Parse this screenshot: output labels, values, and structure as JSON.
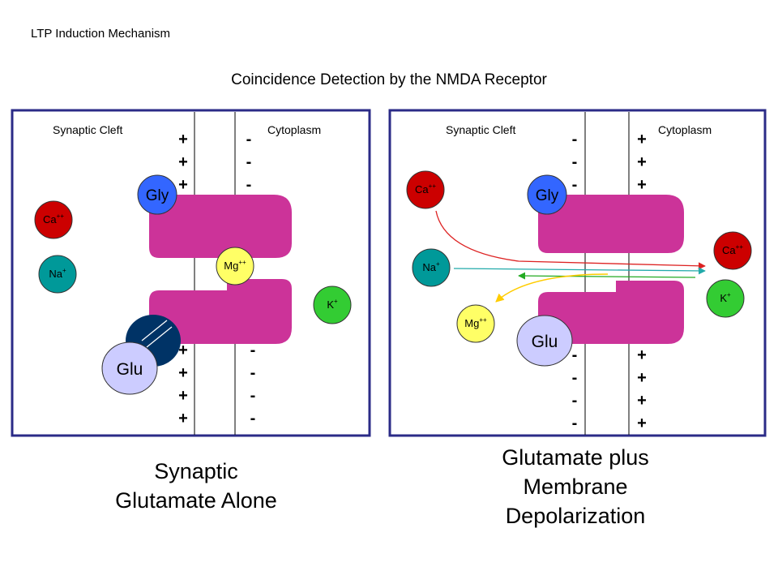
{
  "header": {
    "title": "LTP Induction Mechanism"
  },
  "main_title": "Coincidence Detection by the NMDA Receptor",
  "panels": {
    "left": {
      "label_cleft": "Synaptic Cleft",
      "label_cytoplasm": "Cytoplasm",
      "caption_line1": "Synaptic",
      "caption_line2": "Glutamate Alone",
      "ions": {
        "gly": "Gly",
        "glu": "Glu",
        "mg": "Mg",
        "mg_charge": "++",
        "ca": "Ca",
        "ca_charge": "++",
        "na": "Na",
        "na_charge": "+",
        "k": "K",
        "k_charge": "+"
      },
      "outer_charge": "+",
      "inner_charge": "-"
    },
    "right": {
      "label_cleft": "Synaptic Cleft",
      "label_cytoplasm": "Cytoplasm",
      "caption_line1": "Glutamate plus",
      "caption_line2": "Membrane",
      "caption_line3": "Depolarization",
      "ions": {
        "gly": "Gly",
        "glu": "Glu",
        "mg": "Mg",
        "mg_charge": "++",
        "ca_out": "Ca",
        "ca_out_charge": "++",
        "ca_in": "Ca",
        "ca_in_charge": "++",
        "na": "Na",
        "na_charge": "+",
        "k": "K",
        "k_charge": "+"
      },
      "outer_charge": "-",
      "inner_charge": "+"
    }
  },
  "colors": {
    "frame": "#2b2b87",
    "receptor": "#cc3399",
    "gly": "#3366ff",
    "glu": "#ccccff",
    "glu_site": "#003366",
    "mg": "#ffff66",
    "ca": "#cc0000",
    "na": "#009999",
    "k": "#33cc33",
    "arrow_ca": "#dd2222",
    "arrow_na": "#22aaaa",
    "arrow_k": "#22aa22",
    "arrow_mg": "#ffcc00"
  }
}
